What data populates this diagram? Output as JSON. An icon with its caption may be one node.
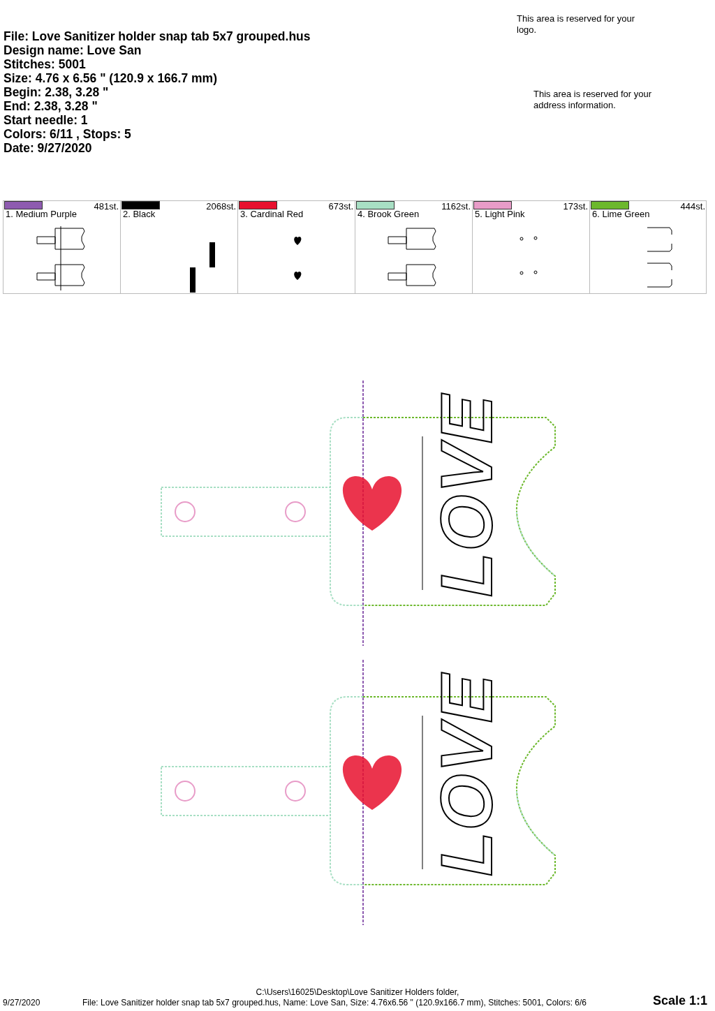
{
  "diagram": {
    "labels": [
      "File: Love Sanitizer holder snap tab 5x7 grouped.hus",
      "Design name: Love San",
      "Stitches: 5001",
      "Size: 4.76 x 6.56 \" (120.9 x 166.7 mm)",
      "Begin: 2.38, 3.28 \"",
      "End: 2.38, 3.28 \"",
      "Start needle: 1",
      "Colors: 6/11 , Stops: 5",
      "Date: 9/27/2020",
      "This area is reserved for your logo.",
      "This area is reserved for your address information.",
      "481st.",
      "2068st.",
      "673st.",
      "1162st.",
      "173st.",
      "444st.",
      "LOVE",
      "LOVE",
      "C:\\Users\\16025\\Desktop\\Love Sanitizer Holders folder,",
      "9/27/2020",
      "File: Love Sanitizer holder snap tab 5x7 grouped.hus, Name: Love San, Size: 4.76x6.56 \" (120.9x166.7 mm), Stitches: 5001, Colors: 6/6",
      "Scale 1:1"
    ],
    "legend": [
      {
        "text": "1. Medium Purple",
        "color": "#8e5bb0"
      },
      {
        "text": "2. Black",
        "color": "#000000"
      },
      {
        "text": "3. Cardinal Red",
        "color": "#e8102e"
      },
      {
        "text": "4. Brook Green",
        "color": "#a8dfc4"
      },
      {
        "text": "5. Light Pink",
        "color": "#e89cc8"
      },
      {
        "text": "6. Lime Green",
        "color": "#6cb82c"
      }
    ]
  }
}
